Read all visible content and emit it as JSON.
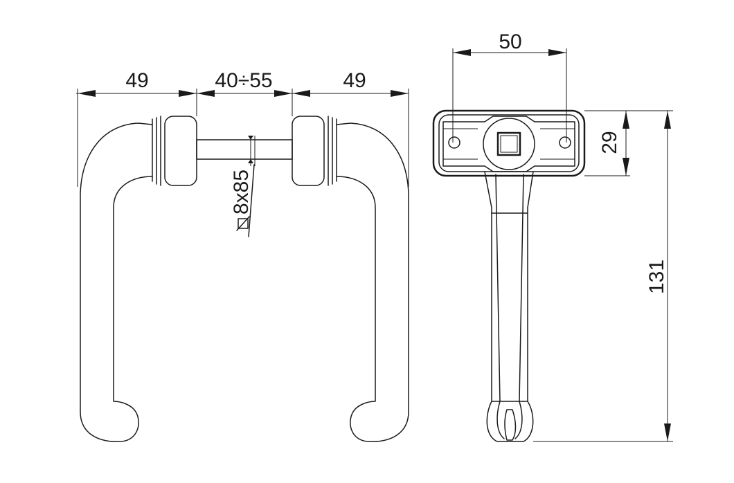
{
  "front_view": {
    "dim_left_width": "49",
    "dim_door_thickness": "40÷55",
    "dim_right_width": "49",
    "spindle_label": "8x85"
  },
  "side_view": {
    "dim_rose_width": "50",
    "dim_rose_height": "29",
    "dim_total_height": "131"
  },
  "colors": {
    "line": "#1a1a1a",
    "background": "#ffffff"
  }
}
